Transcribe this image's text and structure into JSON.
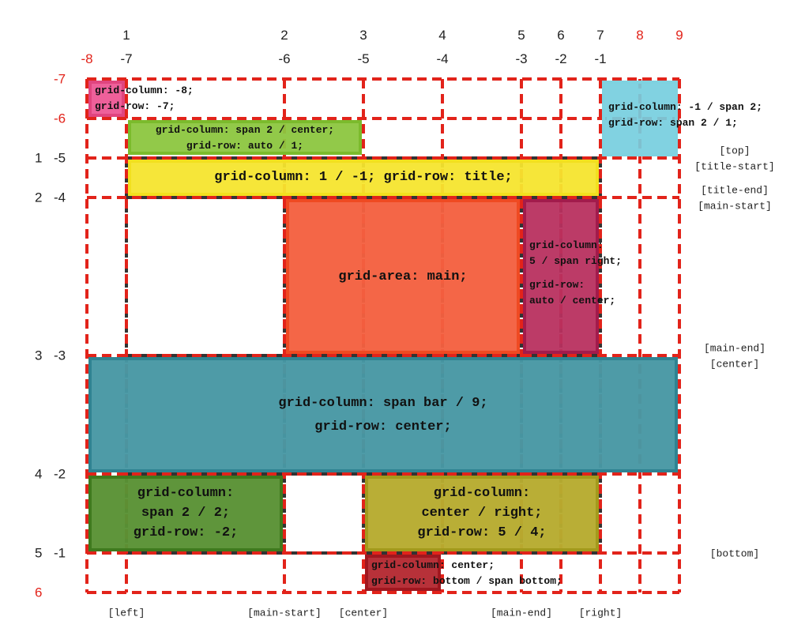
{
  "column_numbers_positive": [
    "1",
    "2",
    "3",
    "4",
    "5",
    "6",
    "7",
    "8",
    "9"
  ],
  "column_numbers_negative": [
    "-8",
    "-7",
    "-6",
    "-5",
    "-4",
    "-3",
    "-2",
    "-1"
  ],
  "row_numbers_positive": [
    "1",
    "2",
    "3",
    "4",
    "5",
    "6"
  ],
  "row_numbers_negative": [
    "-7",
    "-6",
    "-5",
    "-4",
    "-3",
    "-2",
    "-1"
  ],
  "column_line_names": [
    "[left]",
    "[main-start]",
    "[center]",
    "[main-end]",
    "[right]"
  ],
  "row_line_names": [
    "[top]",
    "[title-start]",
    "[title-end]",
    "[main-start]",
    "[main-end]",
    "[center]",
    "[bottom]"
  ],
  "colors": {
    "explicit_grid_lines": "#e2231a",
    "implicit_grid_lines": "#333333",
    "pink": "#ec4a8c",
    "light_blue": "#7fd2e0",
    "lime": "#8cc63f",
    "yellow": "#f5e52e",
    "orange": "#f46040",
    "magenta": "#b8305f",
    "teal": "#4898a4",
    "green": "#5a9235",
    "olive": "#b7ab30",
    "dark_red": "#b3262e"
  },
  "items": {
    "pink": [
      "grid-column: -8;",
      "grid-row: -7;"
    ],
    "light_blue": [
      "grid-column: -1 / span 2;",
      "grid-row: span 2 / 1;"
    ],
    "lime": [
      "grid-column: span 2 / center;",
      "grid-row: auto / 1;"
    ],
    "yellow": [
      "grid-column: 1 / -1; grid-row: title;"
    ],
    "orange": [
      "grid-area: main;"
    ],
    "magenta": [
      "grid-column:",
      "5 / span right;",
      "grid-row:",
      "auto / center;"
    ],
    "teal": [
      "grid-column: span bar / 9;",
      "grid-row: center;"
    ],
    "green": [
      "grid-column:",
      "span 2 / 2;",
      "grid-row: -2;"
    ],
    "olive": [
      "grid-column:",
      "center / right;",
      "grid-row: 5 / 4;"
    ],
    "dark_red": [
      "grid-column: center;",
      "grid-row: bottom / span bottom;"
    ]
  }
}
